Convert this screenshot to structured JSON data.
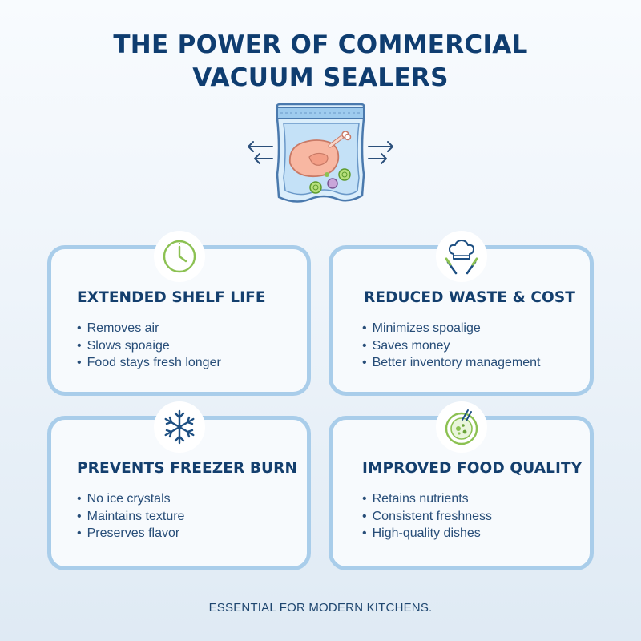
{
  "title": {
    "line1": "THE POWER OF COMMERCIAL",
    "line2": "VACUUM SEALERS"
  },
  "hero": {
    "icon": "vacuum-sealed-chicken-bag-icon"
  },
  "cards": [
    {
      "title": "EXTENDED SHELF LIFE",
      "icon": "clock-icon",
      "items": [
        "Removes air",
        "Slows spoaige",
        "Food stays fresh longer"
      ]
    },
    {
      "title": "REDUCED WASTE & COST",
      "icon": "chef-hat-knives-icon",
      "items": [
        "Minimizes spoalige",
        "Saves money",
        "Better inventory management"
      ]
    },
    {
      "title": "PREVENTS FREEZER BURN",
      "icon": "snowflake-icon",
      "items": [
        "No ice crystals",
        "Maintains texture",
        "Preserves flavor"
      ]
    },
    {
      "title": "IMPROVED FOOD QUALITY",
      "icon": "plated-dish-icon",
      "items": [
        "Retains nutrients",
        "Consistent freshness",
        "High-quality dishes"
      ]
    }
  ],
  "footer": "ESSENTIAL FOR MODERN KITCHENS.",
  "colors": {
    "title": "#0f3d70",
    "card_border": "#a9cdea",
    "icon_green": "#8cc152",
    "icon_blue": "#1d4f82"
  }
}
